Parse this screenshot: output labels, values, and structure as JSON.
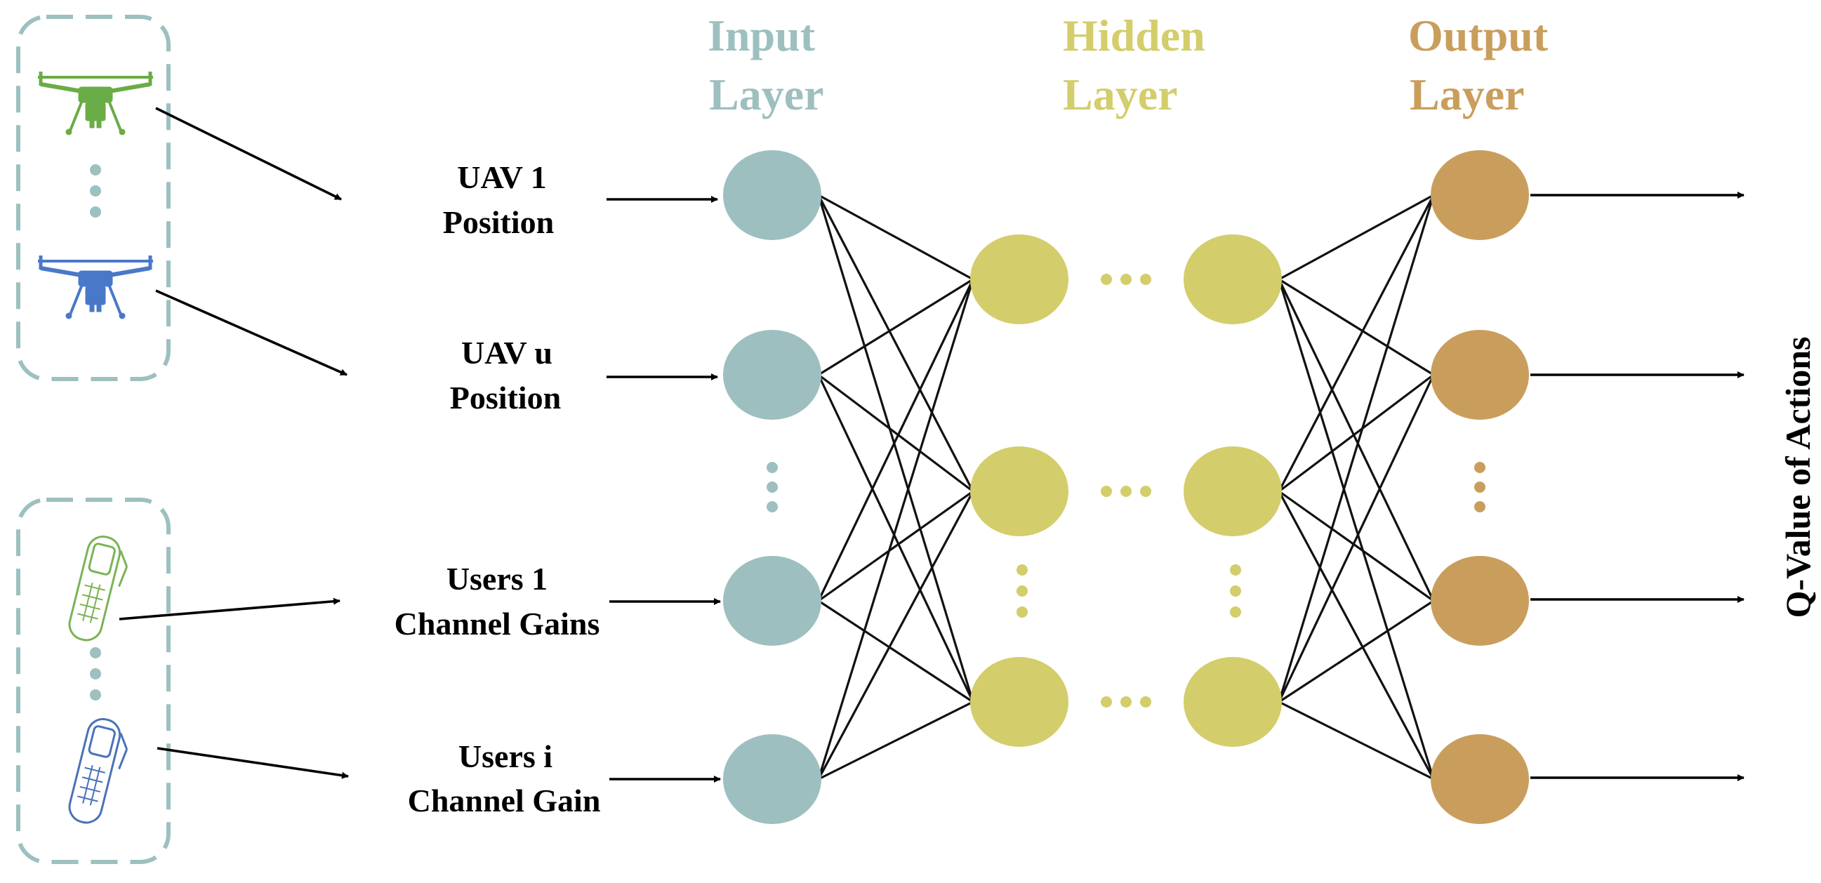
{
  "layers": {
    "input": {
      "title_line1": "Input",
      "title_line2": "Layer",
      "color": "#9dbfbf"
    },
    "hidden": {
      "title_line1": "Hidden",
      "title_line2": "Layer",
      "color": "#d3cd6b"
    },
    "output": {
      "title_line1": "Output",
      "title_line2": "Layer",
      "color": "#c99e5c"
    }
  },
  "inputs": [
    {
      "line1": "UAV 1",
      "line2": "Position"
    },
    {
      "line1": "UAV u",
      "line2": "Position"
    },
    {
      "line1": "Users 1",
      "line2": "Channel Gains"
    },
    {
      "line1": "Users i",
      "line2": "Channel Gain"
    }
  ],
  "output_label": "Q-Value of Actions",
  "colors": {
    "dashed_box": "#9dc0c0",
    "uav_1": "#6aac45",
    "uav_u": "#4a78c8",
    "phone_1": "#7ab356",
    "phone_i": "#4a72b8"
  },
  "icons": {
    "uav_1": "drone-icon",
    "uav_u": "drone-icon",
    "user_1": "mobile-phone-icon",
    "user_i": "mobile-phone-icon"
  }
}
